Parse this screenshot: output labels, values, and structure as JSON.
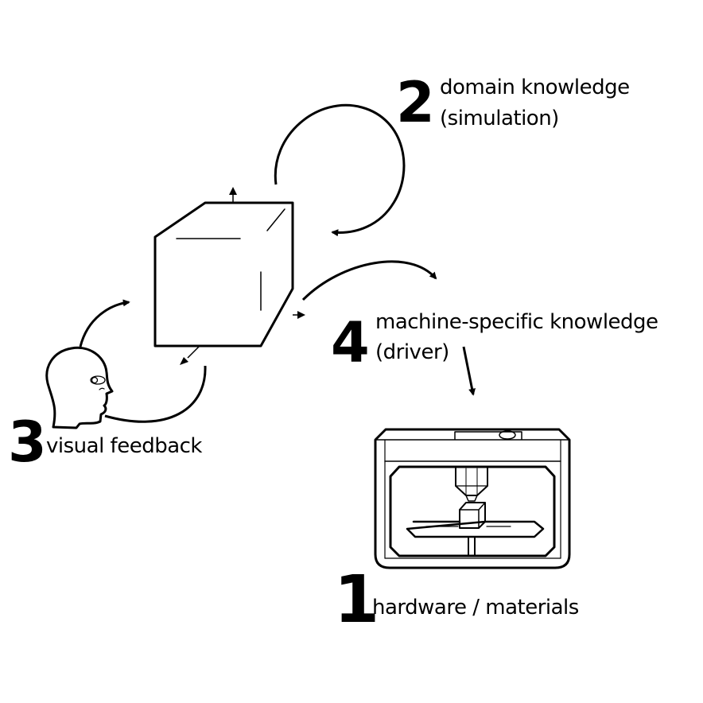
{
  "steps": [
    {
      "number": "1",
      "label": "hardware / materials"
    },
    {
      "number": "2",
      "label": "domain knowledge",
      "sublabel": "(simulation)"
    },
    {
      "number": "3",
      "label": "visual feedback"
    },
    {
      "number": "4",
      "label": "machine-specific knowledge",
      "sublabel": "(driver)"
    }
  ],
  "colors": {
    "ink": "#000000",
    "background": "#ffffff"
  }
}
